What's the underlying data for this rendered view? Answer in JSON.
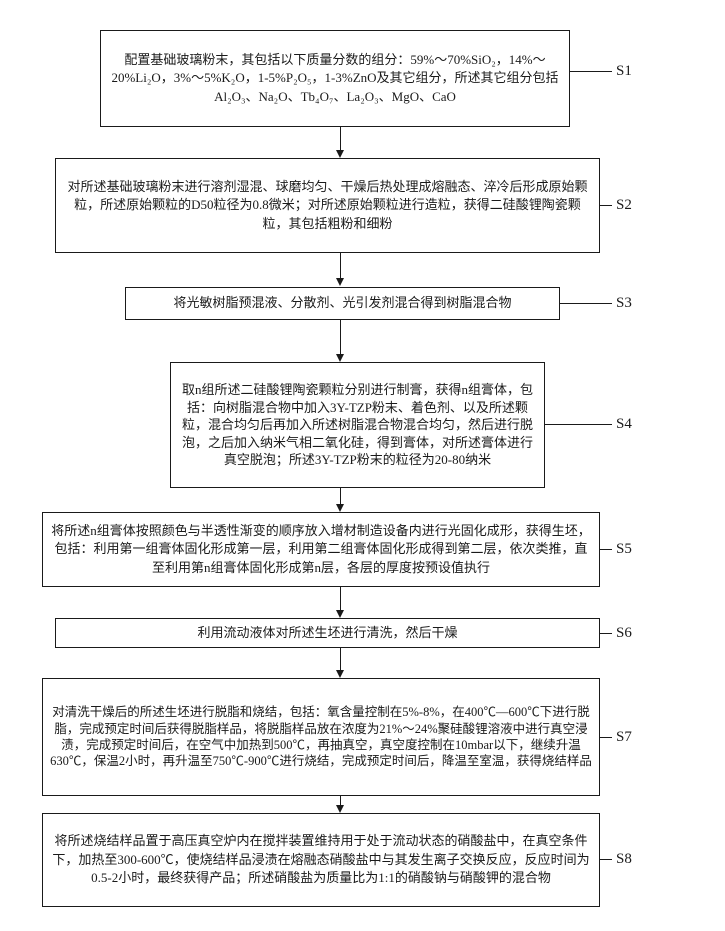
{
  "flowchart": {
    "steps": [
      {
        "label": "S1",
        "text": "配置基础玻璃粉末，其包括以下质量分数的组分：59%～70%SiO₂，14%～20%Li₂O，3%～5%K₂O，1-5%P₂O₅，1-3%ZnO及其它组分，所述其它组分包括Al₂O₃、Na₂O、Tb₄O₇、La₂O₃、MgO、CaO"
      },
      {
        "label": "S2",
        "text": "对所述基础玻璃粉末进行溶剂湿混、球磨均匀、干燥后热处理成熔融态、淬冷后形成原始颗粒，所述原始颗粒的D50粒径为0.8微米；对所述原始颗粒进行造粒，获得二硅酸锂陶瓷颗粒，其包括粗粉和细粉"
      },
      {
        "label": "S3",
        "text": "将光敏树脂预混液、分散剂、光引发剂混合得到树脂混合物"
      },
      {
        "label": "S4",
        "text": "取n组所述二硅酸锂陶瓷颗粒分别进行制膏，获得n组膏体，包括：向树脂混合物中加入3Y-TZP粉末、着色剂、以及所述颗粒，混合均匀后再加入所述树脂混合物混合均匀，然后进行脱泡，之后加入纳米气相二氧化硅，得到膏体，对所述膏体进行真空脱泡；所述3Y-TZP粉末的粒径为20-80纳米"
      },
      {
        "label": "S5",
        "text": "将所述n组膏体按照颜色与半透性渐变的顺序放入增材制造设备内进行光固化成形，获得生坯，包括：利用第一组膏体固化形成第一层，利用第二组膏体固化形成得到第二层，依次类推，直至利用第n组膏体固化形成第n层，各层的厚度按预设值执行"
      },
      {
        "label": "S6",
        "text": "利用流动液体对所述生坯进行清洗，然后干燥"
      },
      {
        "label": "S7",
        "text": "对清洗干燥后的所述生坯进行脱脂和烧结，包括：氧含量控制在5%-8%，在400℃—600℃下进行脱脂，完成预定时间后获得脱脂样品，将脱脂样品放在浓度为21%～24%聚硅酸锂溶液中进行真空浸渍，完成预定时间后，在空气中加热到500℃，再抽真空，真空度控制在10mbar以下，继续升温630℃，保温2小时，再升温至750℃-900℃进行烧结，完成预定时间后，降温至室温，获得烧结样品"
      },
      {
        "label": "S8",
        "text": "将所述烧结样品置于高压真空炉内在搅拌装置维持用于处于流动状态的硝酸盐中，在真空条件下，加热至300-600℃，使烧结样品浸渍在熔融态硝酸盐中与其发生离子交换反应，反应时间为0.5-2小时，最终获得产品；所述硝酸盐为质量比为1:1的硝酸钠与硝酸钾的混合物"
      }
    ]
  }
}
